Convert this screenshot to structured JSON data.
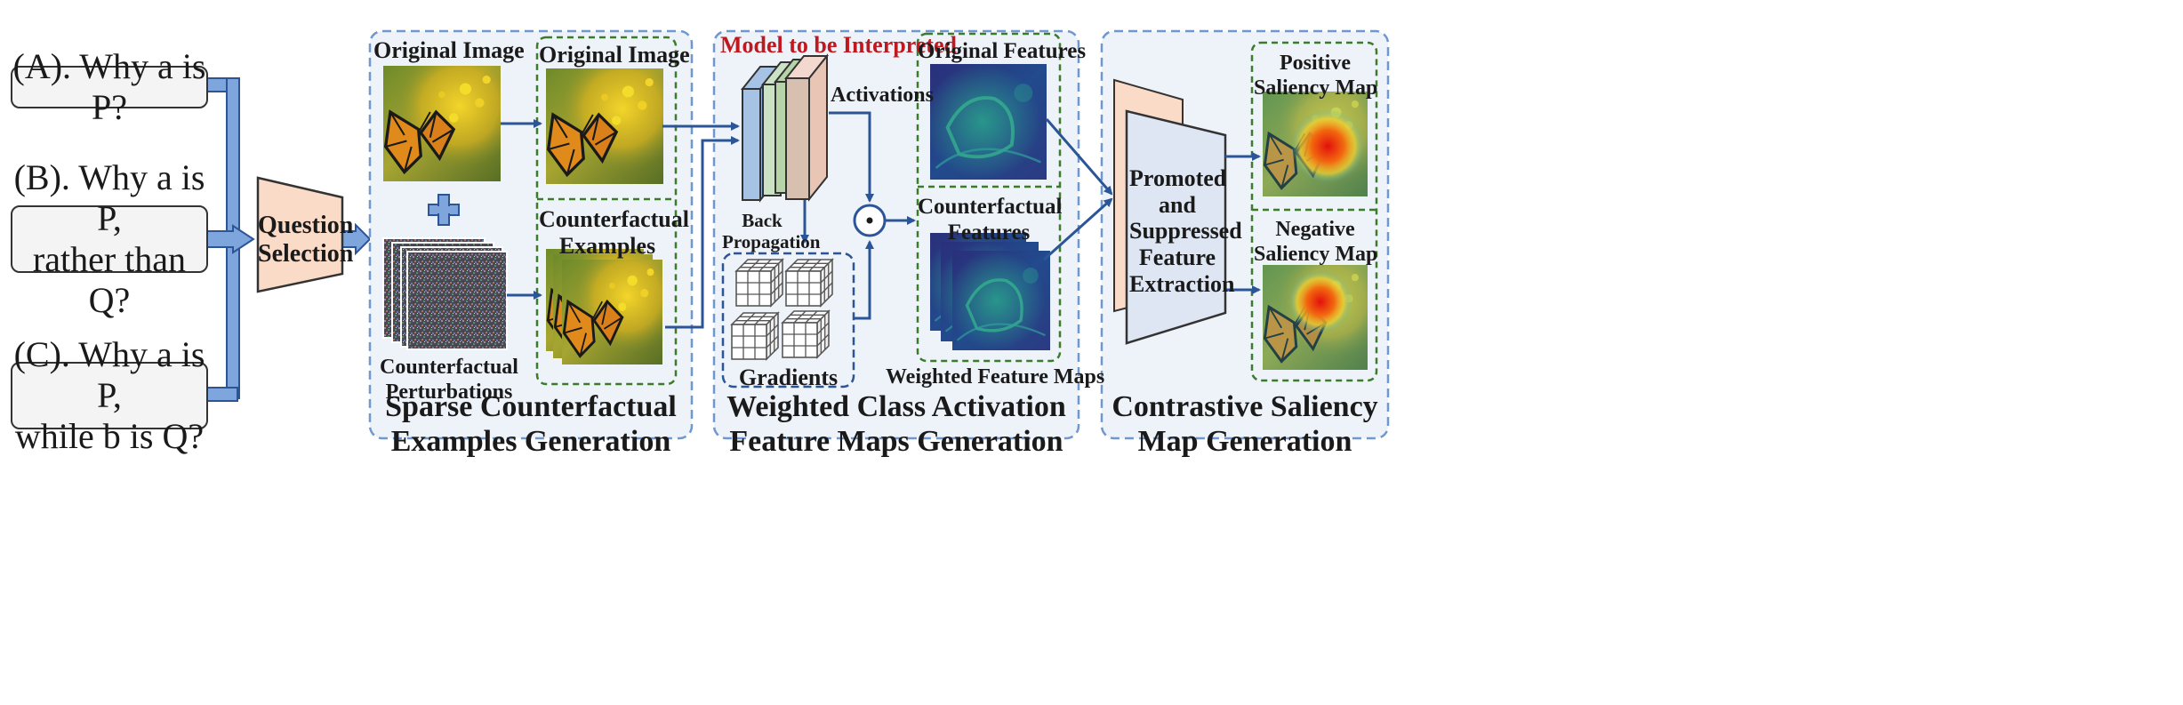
{
  "questions": {
    "a": "(A). Why a is P?",
    "b_line1": "(B). Why a is P,",
    "b_line2": "rather than Q?",
    "c_line1": "(C). Why a is P,",
    "c_line2": "while b is Q?"
  },
  "question_selection": {
    "line1": "Question",
    "line2": "Selection"
  },
  "sparse_panel": {
    "original_image_left": "Original Image",
    "original_image_right": "Original Image",
    "plus": "+",
    "perturbations_line1": "Counterfactual",
    "perturbations_line2": "Perturbations",
    "examples_line1": "Counterfactual",
    "examples_line2": "Examples",
    "title_line1": "Sparse Counterfactual",
    "title_line2": "Examples Generation"
  },
  "weighted_panel": {
    "model_label": "Model to be Interpreted",
    "activations": "Activations",
    "back_line1": "Back",
    "back_line2": "Propagation",
    "gradients": "Gradients",
    "dot_symbol": "⊙",
    "original_features": "Original Features",
    "cf_features_line1": "Counterfactual",
    "cf_features_line2": "Features",
    "weighted_feature_maps": "Weighted Feature Maps",
    "title_line1": "Weighted Class Activation",
    "title_line2": "Feature Maps Generation"
  },
  "contrastive_panel": {
    "extract_line1": "Promoted",
    "extract_line2": "and",
    "extract_line3": "Suppressed",
    "extract_line4": "Feature",
    "extract_line5": "Extraction",
    "positive_line1": "Positive",
    "positive_line2": "Saliency Map",
    "negative_line1": "Negative",
    "negative_line2": "Saliency Map",
    "title_line1": "Contrastive Saliency",
    "title_line2": "Map Generation"
  },
  "colors": {
    "panel_bg": "#eef3f9",
    "panel_border": "#6f98d0",
    "green_border": "#3e7a2e",
    "arrow": "#2b5597",
    "question_bus": "#7fa6dc",
    "trapezoid_fill": "#fadbc8",
    "red_text": "#c0181f"
  }
}
